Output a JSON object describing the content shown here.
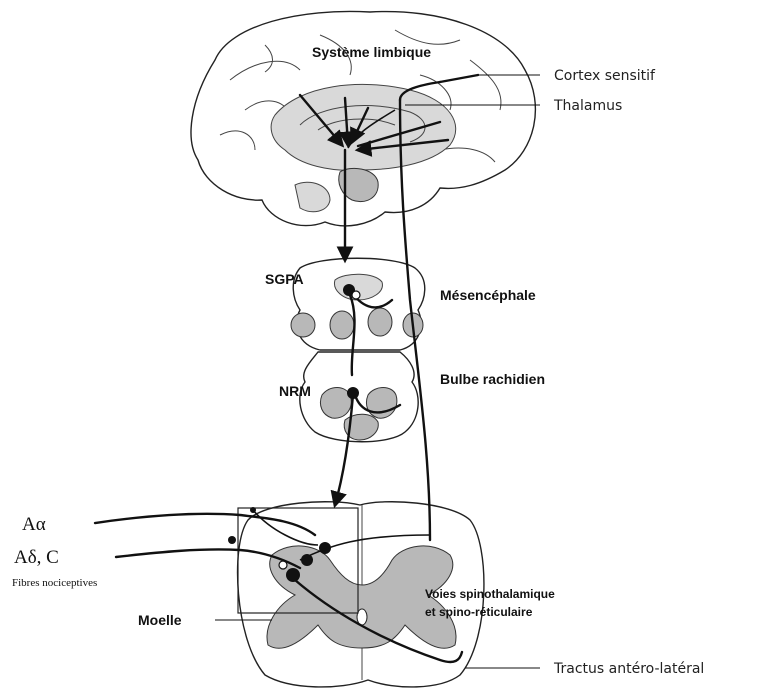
{
  "labels": {
    "systeme_limbique": "Système limbique",
    "cortex_sensitif": "Cortex sensitif",
    "thalamus": "Thalamus",
    "sgpa": "SGPA",
    "mesencephale": "Mésencéphale",
    "nrm": "NRM",
    "bulbe_rachidien": "Bulbe rachidien",
    "a_alpha": "Aα",
    "a_delta_c": "Aδ, C",
    "fibres_nociceptives": "Fibres nociceptives",
    "voies_line1": "Voies spinothalamique",
    "voies_line2": "et spino-réticulaire",
    "moelle": "Moelle",
    "tractus": "Tractus antéro-latéral"
  }
}
